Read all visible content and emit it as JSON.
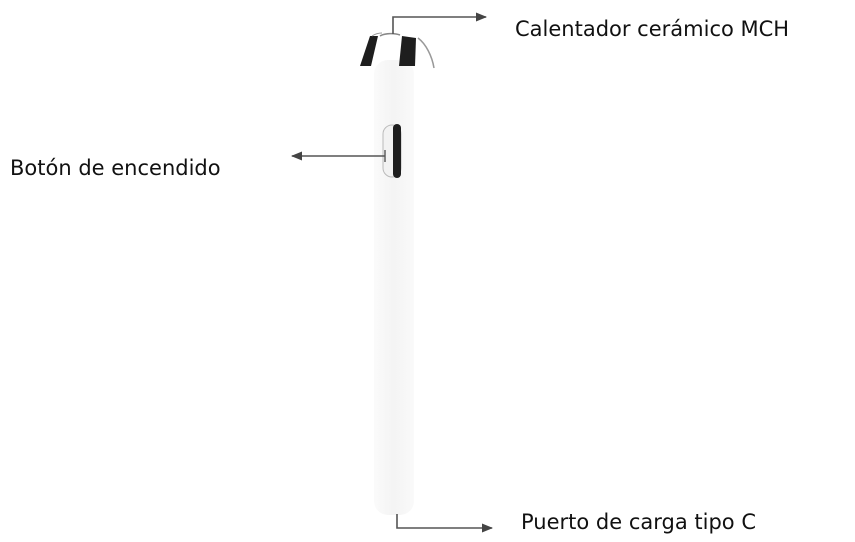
{
  "labels": {
    "heater": "Calentador cerámico MCH",
    "power_button": "Botón de encendido",
    "charging_port": "Puerto de carga tipo C"
  },
  "colors": {
    "text": "#111111",
    "line": "#555555",
    "device_body": "#f4f4f4",
    "device_dark": "#1e1e1e"
  }
}
